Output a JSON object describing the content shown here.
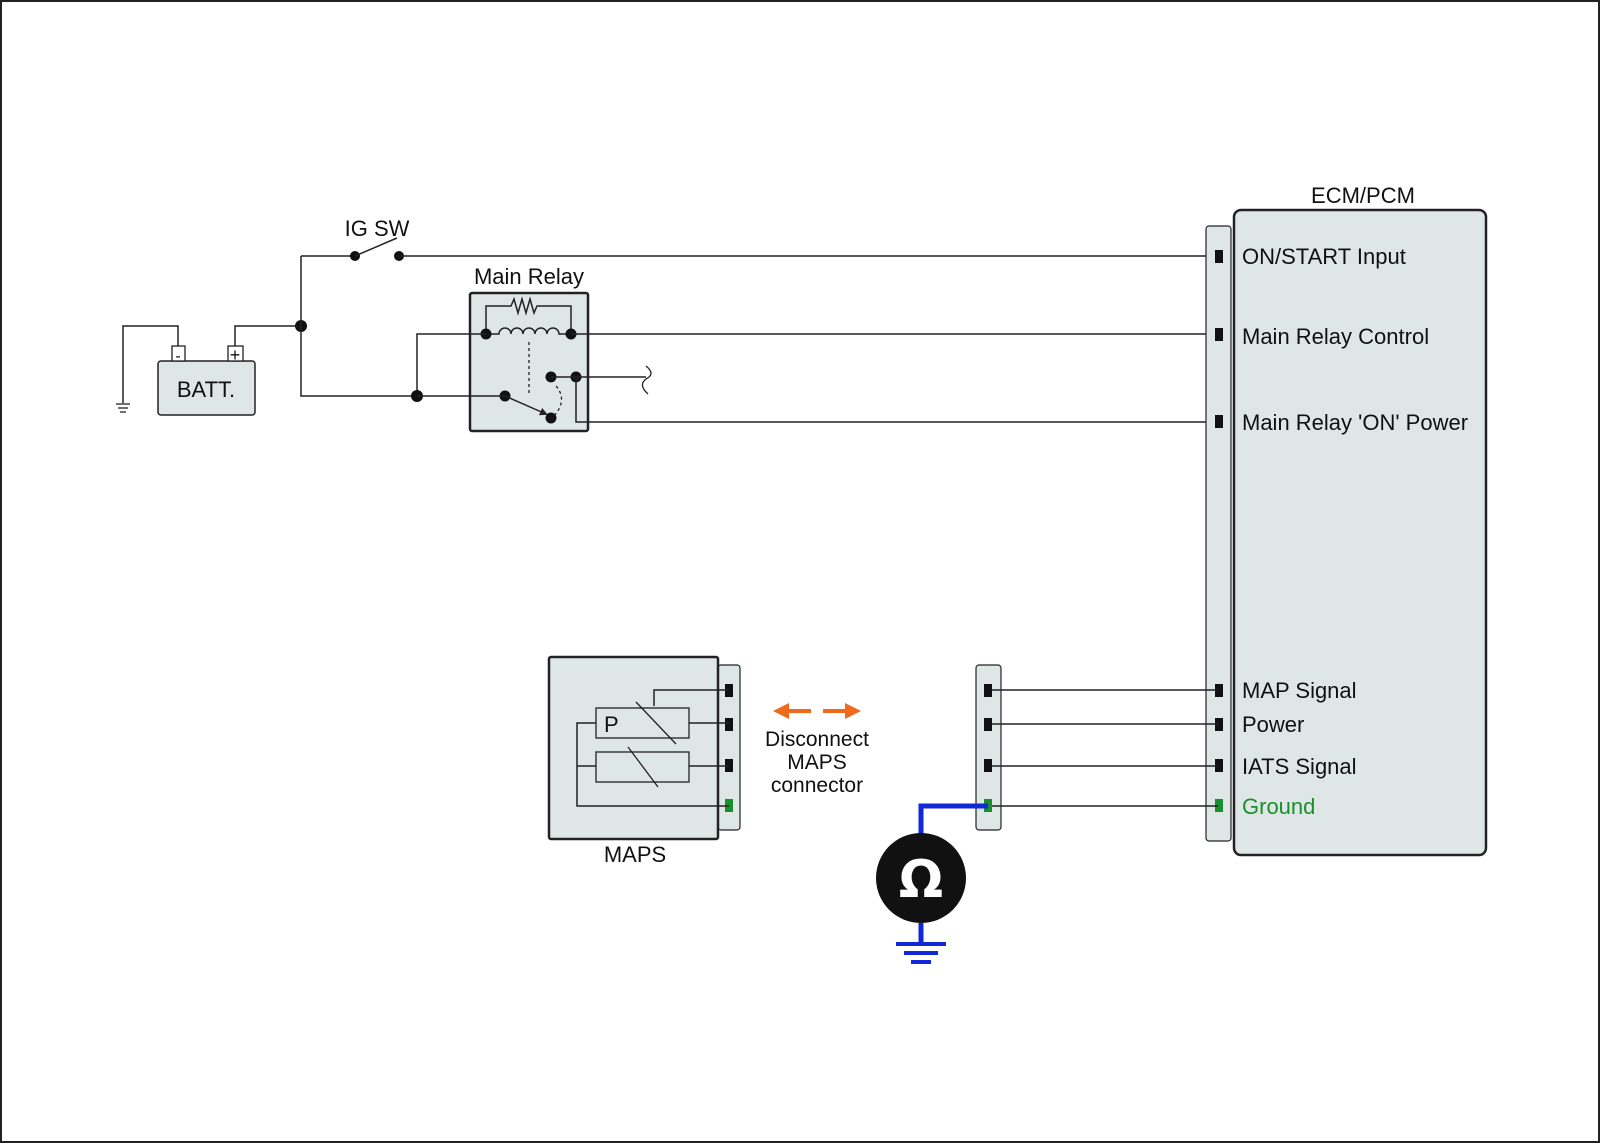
{
  "colors": {
    "component_fill": "#dfe7e6",
    "wire": "#222222",
    "ground_pin": "#1a8f2e",
    "ground_text": "#1a8f2e",
    "meter_lead": "#1028d8",
    "arrow": "#f06a1c"
  },
  "components": {
    "battery": "BATT.",
    "battery_minus": "-",
    "battery_plus": "+",
    "ig_switch": "IG SW",
    "main_relay": "Main Relay",
    "ecm": "ECM/PCM",
    "maps": "MAPS",
    "maps_sensor_letter": "P"
  },
  "ecm_pins": [
    "ON/START Input",
    "Main Relay Control",
    "Main Relay 'ON' Power",
    "MAP Signal",
    "Power",
    "IATS Signal",
    "Ground"
  ],
  "instruction": [
    "Disconnect",
    "MAPS",
    "connector"
  ],
  "meter": {
    "symbol": "Ω",
    "icon": "ohmmeter-icon"
  }
}
